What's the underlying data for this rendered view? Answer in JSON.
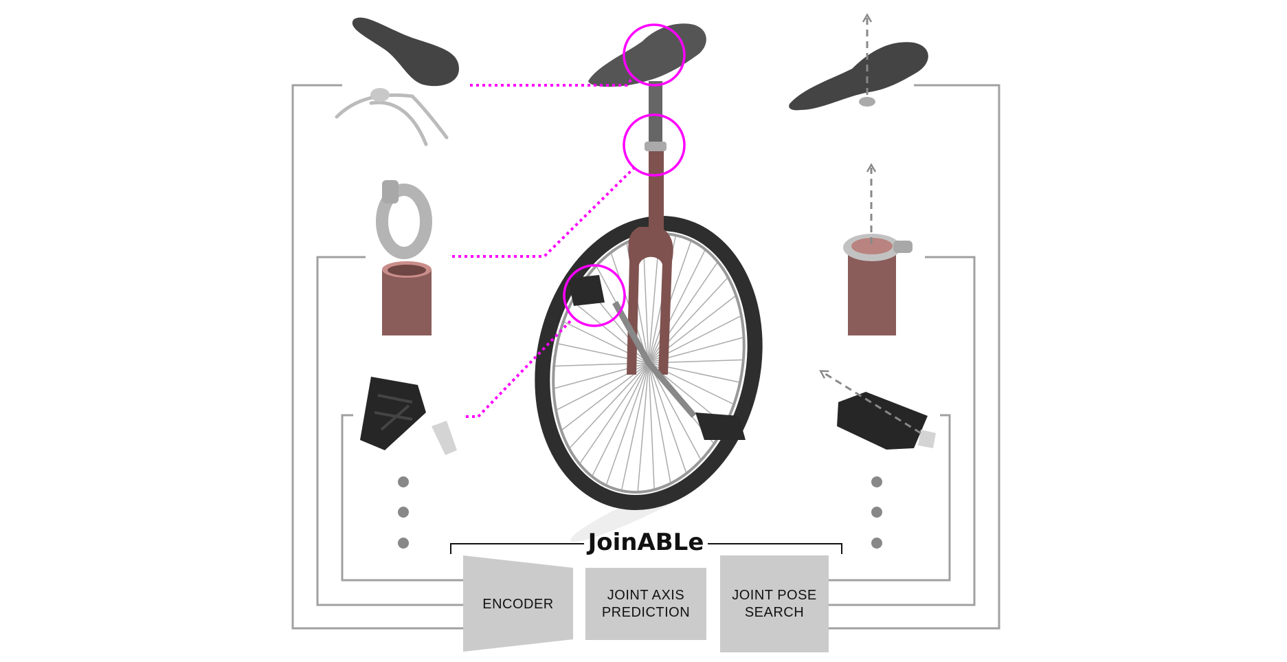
{
  "title": "JoinABLe",
  "blocks": {
    "encoder": "ENCODER",
    "axis_line1": "JOINT AXIS",
    "axis_line2": "PREDICTION",
    "pose_line1": "JOINT POSE",
    "pose_line2": "SEARCH"
  },
  "colors": {
    "joint_highlight": "#ff00ff",
    "block_fill": "#cccccc",
    "connector": "#9a9a9a",
    "frame_red": "#8a5a58",
    "part_dark": "#3a3a3a",
    "part_light": "#b8b8b8"
  }
}
